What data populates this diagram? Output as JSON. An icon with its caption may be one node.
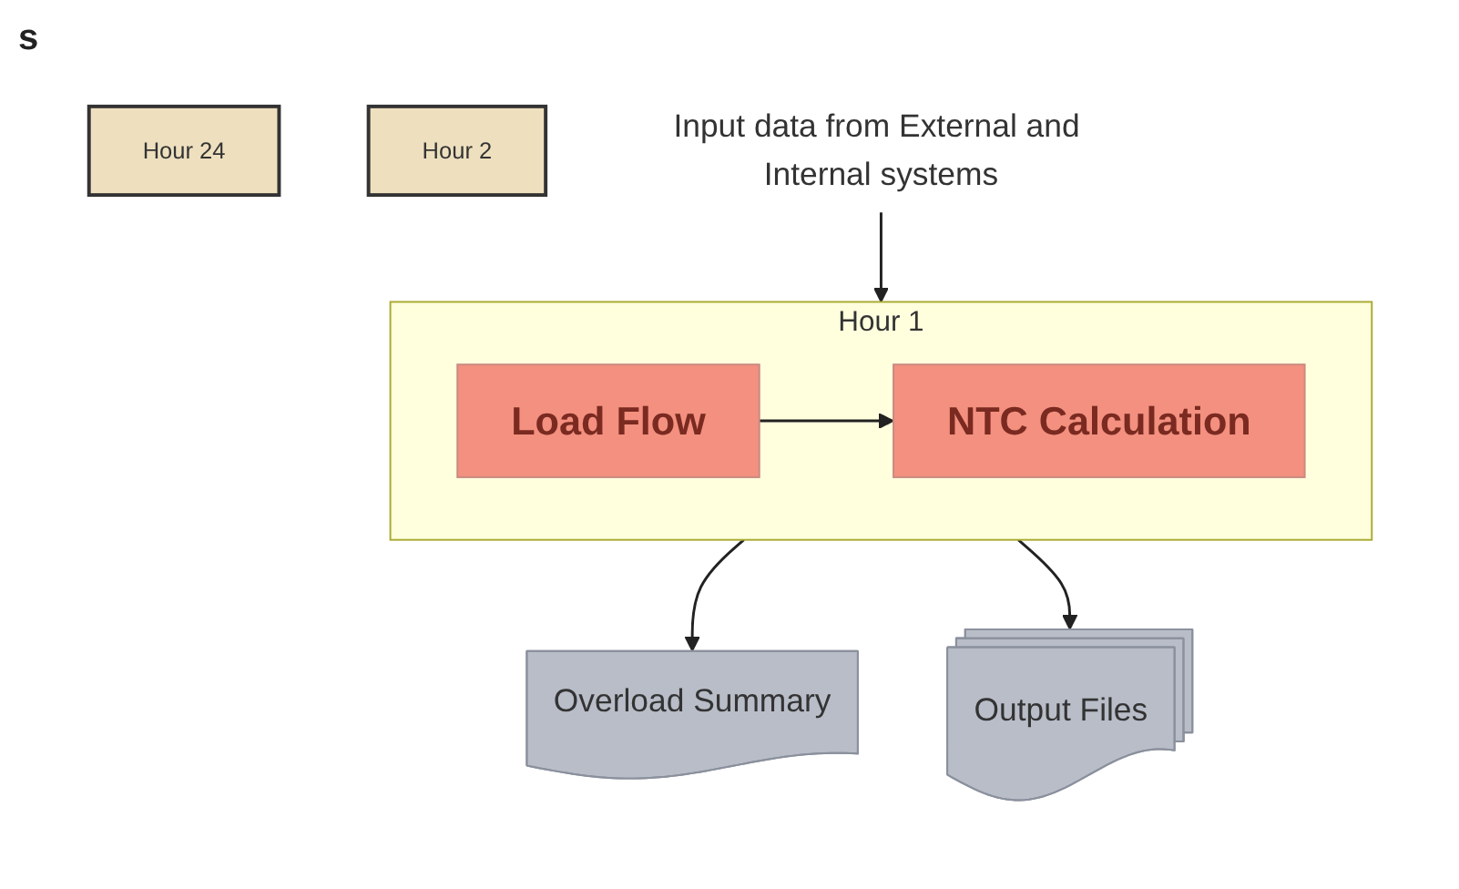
{
  "diagram": {
    "nodes": [
      {
        "text": [
          "Hour 24"
        ]
      },
      {
        "text": [
          "Hour 2"
        ]
      },
      {
        "text": [
          "Hour 1"
        ]
      },
      {
        "text": [
          "Load Flow"
        ],
        "in": 2
      },
      {
        "text": [
          "NTC Calculation"
        ],
        "in": 2
      },
      {
        "text": [
          "Input data from External and Internal systems"
        ]
      },
      {
        "text": [
          "Overload Summary"
        ]
      },
      {
        "text": [
          "Output Files"
        ]
      }
    ],
    "edges": [
      {
        "from": 3,
        "to": 4,
        "arrow": "to"
      },
      {
        "from": 5,
        "to": 2,
        "arrow": "to"
      },
      {
        "from": 2,
        "to": 6,
        "arrow": "to"
      },
      {
        "from": 2,
        "to": 7,
        "arrow": "to"
      }
    ],
    "labels": [
      "s"
    ]
  }
}
